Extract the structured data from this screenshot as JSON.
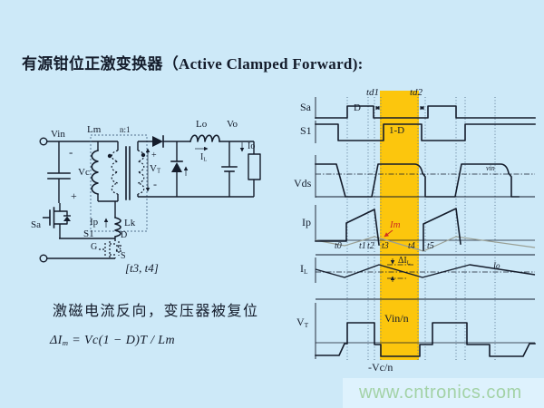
{
  "title": {
    "part1": "有源钳位正激变换器（",
    "part2": "Active Clamped Forward",
    "part3": "):"
  },
  "circuit": {
    "vin": "Vin",
    "minus": "-",
    "vc": "Vc",
    "plus": "+",
    "sa": "Sa",
    "lm": "Lm",
    "turns_ratio": "n:1",
    "ip": "Ip",
    "lk": "Lk",
    "s1": "S1",
    "drain": "D",
    "gate": "G",
    "source": "S",
    "sec_plus": "+",
    "vt_base": "V",
    "vt_sub": "T",
    "sec_minus": "-",
    "lo": "Lo",
    "vo": "Vo",
    "io": "Io",
    "il_base": "I",
    "il_sub": "L"
  },
  "notes": {
    "interval": "[t3, t4]",
    "description": "激磁电流反向，变压器被复位",
    "formula": {
      "lhs": "ΔI",
      "lhs_sub": "m",
      "rhs": "= Vc(1 − D)T / Lm"
    }
  },
  "timing": {
    "rows": {
      "sa": "Sa",
      "s1": "S1",
      "vds": "Vds",
      "ip": "Ip",
      "il_base": "I",
      "il_sub": "L",
      "vt_base": "V",
      "vt_sub": "T"
    },
    "time_labels": [
      "t0",
      "t1",
      "t2",
      "t3",
      "t4",
      "t5"
    ],
    "ann": {
      "td1": "td1",
      "td2": "td2",
      "duty": "D",
      "one_minus_d": "1-D",
      "vin_ref": "vin",
      "im": "Im",
      "delta_il_base": "ΔI",
      "delta_il_sub": "L",
      "io_ref": "Io",
      "vin_n": "Vin/n",
      "neg_vc_n": "-Vc/n"
    }
  },
  "footer": {
    "url": "www.cntronics.com"
  },
  "colors": {
    "bg": "#cde9f8",
    "ink": "#141c2b",
    "highlight": "#fcc60d",
    "red": "#d03020",
    "gray": "#9aa095",
    "footerBand": "#def2fd",
    "footerText": "#a3d2a6"
  }
}
